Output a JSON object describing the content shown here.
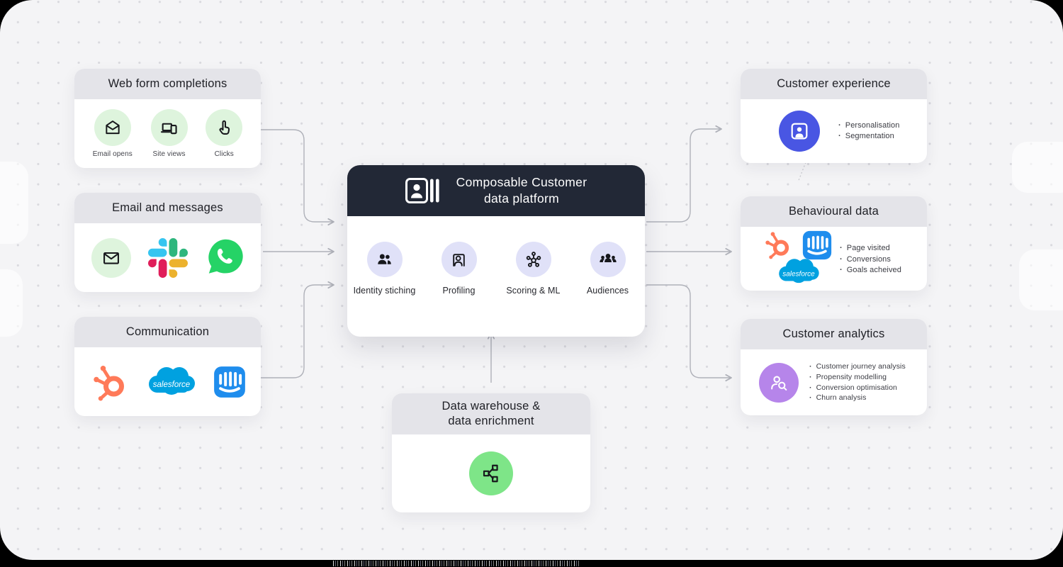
{
  "sources": [
    {
      "title": "Web form completions",
      "items": [
        {
          "icon": "open-envelope-icon",
          "label": "Email opens"
        },
        {
          "icon": "devices-icon",
          "label": "Site views"
        },
        {
          "icon": "tap-click-icon",
          "label": "Clicks"
        }
      ]
    },
    {
      "title": "Email and messages",
      "icons": [
        "envelope-icon",
        "slack-logo",
        "whatsapp-logo"
      ]
    },
    {
      "title": "Communication",
      "icons": [
        "hubspot-logo",
        "salesforce-logo",
        "intercom-logo"
      ]
    }
  ],
  "platform": {
    "logo": "contact-card-icon",
    "title_line1": "Composable Customer",
    "title_line2": "data platform",
    "features": [
      {
        "icon": "identity-people-icon",
        "label": "Identity stiching"
      },
      {
        "icon": "profile-frame-icon",
        "label": "Profiling"
      },
      {
        "icon": "scoring-network-icon",
        "label": "Scoring & ML"
      },
      {
        "icon": "audiences-group-icon",
        "label": "Audiences"
      }
    ]
  },
  "warehouse": {
    "title_line1": "Data warehouse &",
    "title_line2": "data enrichment",
    "icon": "network-nodes-icon"
  },
  "outputs": [
    {
      "title": "Customer experience",
      "icon": "customer-card-icon",
      "bullets": [
        "Personalisation",
        "Segmentation"
      ]
    },
    {
      "title": "Behavioural data",
      "icons": [
        "hubspot-logo",
        "intercom-logo",
        "salesforce-logo"
      ],
      "bullets": [
        "Page visited",
        "Conversions",
        "Goals acheived"
      ]
    },
    {
      "title": "Customer analytics",
      "icon": "person-search-icon",
      "bullets": [
        "Customer journey analysis",
        "Propensity modelling",
        "Conversion optimisation",
        "Churn analysis"
      ]
    }
  ],
  "colors": {
    "board_bg": "#f4f4f6",
    "header_gray": "#e4e4e9",
    "platform_header": "#222836",
    "arrow": "#afb1b9",
    "green_circle": "#def4dd",
    "lavender_circle": "#e0e1f8",
    "blue_circle": "#4956e3",
    "purple_circle": "#b685ea",
    "warehouse_green": "#7ee588",
    "whatsapp": "#25d366",
    "hubspot": "#ff7a59",
    "salesforce": "#00a1e0",
    "intercom": "#1f8ded",
    "slack": [
      "#36c5f0",
      "#2eb67d",
      "#ecb22e",
      "#e01e5a"
    ]
  }
}
